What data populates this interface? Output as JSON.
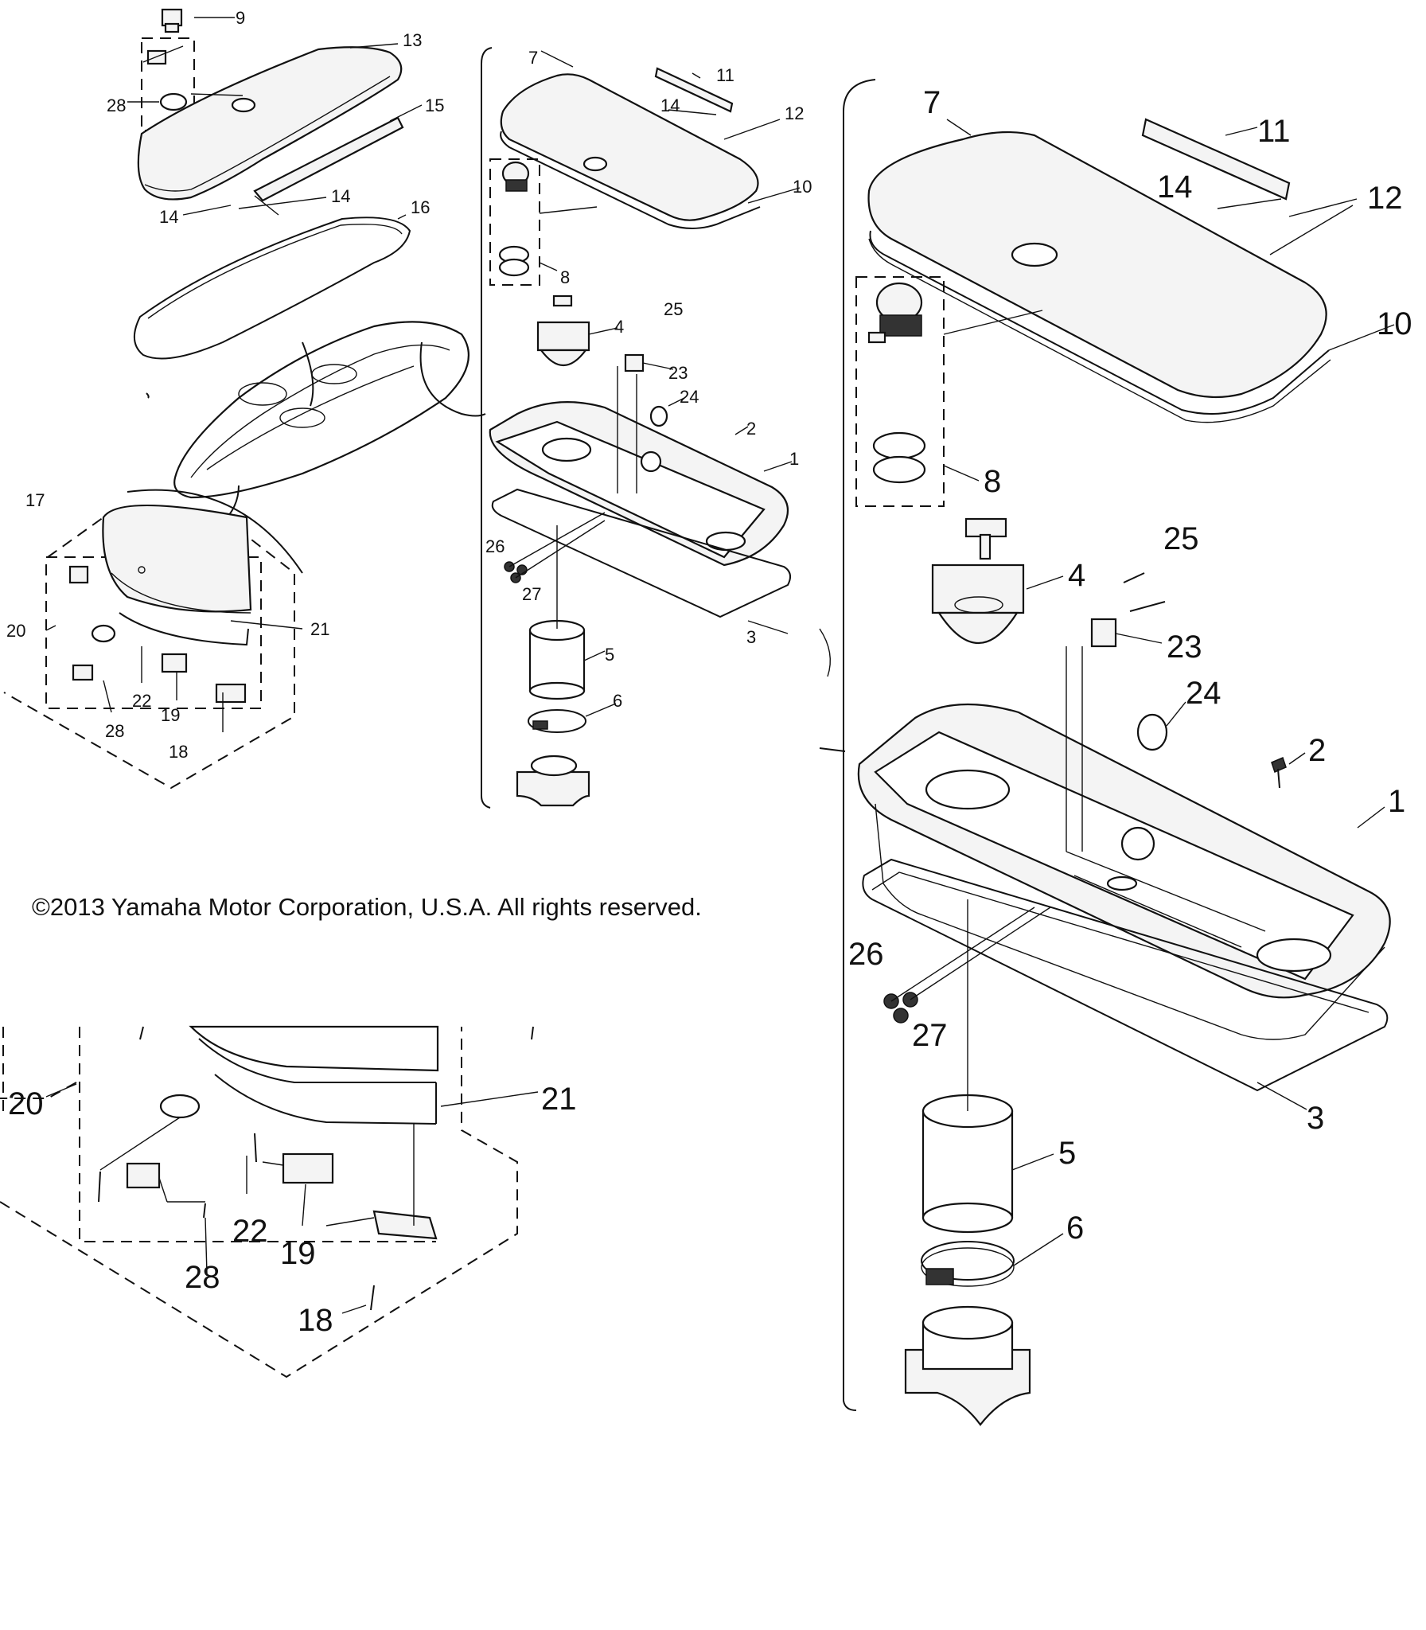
{
  "copyright": "©2013 Yamaha Motor Corporation, U.S.A. All rights reserved.",
  "panels": {
    "top_left": {
      "callouts": [
        "9",
        "13",
        "28",
        "15",
        "14",
        "14",
        "16",
        "17",
        "20",
        "21",
        "22",
        "19",
        "28",
        "18"
      ]
    },
    "middle": {
      "callouts": [
        "7",
        "11",
        "14",
        "12",
        "10",
        "8",
        "25",
        "4",
        "23",
        "24",
        "2",
        "1",
        "26",
        "27",
        "3",
        "5",
        "6"
      ]
    },
    "right_large": {
      "callouts": [
        "7",
        "11",
        "14",
        "12",
        "10",
        "8",
        "25",
        "4",
        "23",
        "24",
        "2",
        "1",
        "26",
        "27",
        "3",
        "5",
        "6"
      ]
    },
    "bottom_left": {
      "callouts": [
        "20",
        "21",
        "22",
        "19",
        "28",
        "18"
      ]
    }
  }
}
